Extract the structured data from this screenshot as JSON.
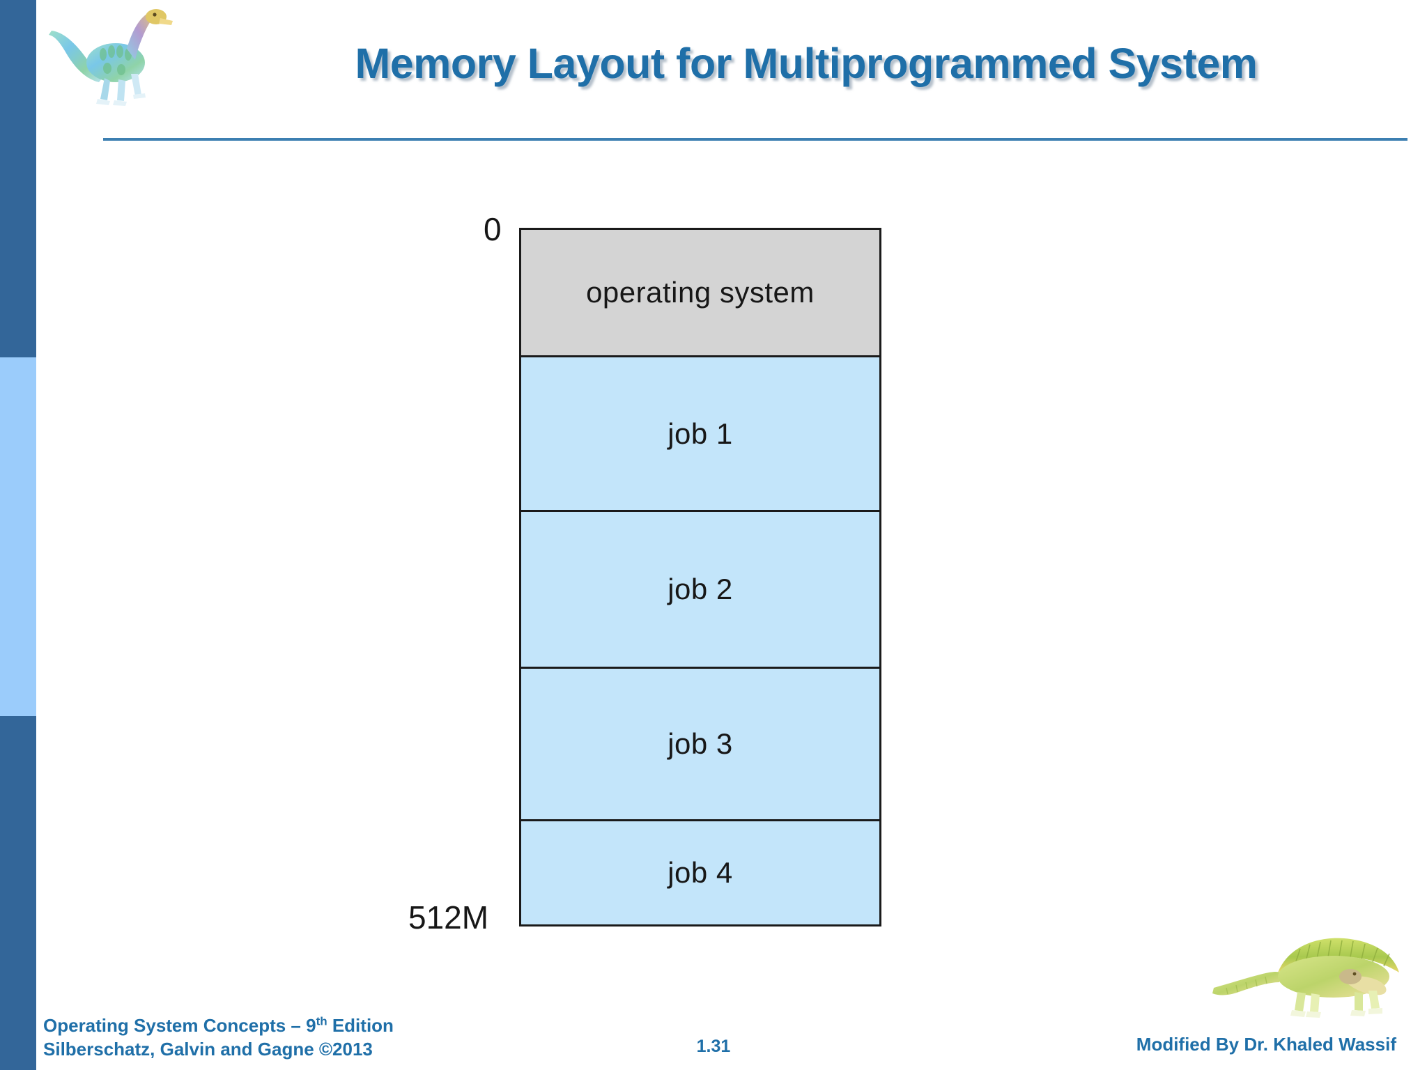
{
  "slide": {
    "title": "Memory Layout for Multiprogrammed System",
    "title_color": "#1F6FA8",
    "rule_color": "#3C7FB1",
    "background": "#FFFFFF"
  },
  "sidebar": {
    "bands": [
      {
        "name": "top-band",
        "color": "#336699"
      },
      {
        "name": "middle-band",
        "color": "#9BCCFB"
      },
      {
        "name": "bottom-band",
        "color": "#336699"
      }
    ]
  },
  "decorations": {
    "title_dinosaur": "dinosaur-icon",
    "footer_dinosaur": "dinosaur-icon"
  },
  "diagram": {
    "name": "memory-layout-diagram",
    "address_top": "0",
    "address_bottom": "512M",
    "blocks": [
      {
        "label": "operating system",
        "fill": "#D4D4D4"
      },
      {
        "label": "job 1",
        "fill": "#C3E5FA"
      },
      {
        "label": "job 2",
        "fill": "#C3E5FA"
      },
      {
        "label": "job 3",
        "fill": "#C3E5FA"
      },
      {
        "label": "job 4",
        "fill": "#C3E5FA"
      }
    ]
  },
  "footer": {
    "book_line1_pre": "Operating System Concepts – 9",
    "book_line1_sup": "th",
    "book_line1_post": " Edition",
    "book_line2": "Silberschatz, Galvin and Gagne ©2013",
    "page_number": "1.31",
    "modified_by": "Modified By Dr. Khaled Wassif"
  }
}
